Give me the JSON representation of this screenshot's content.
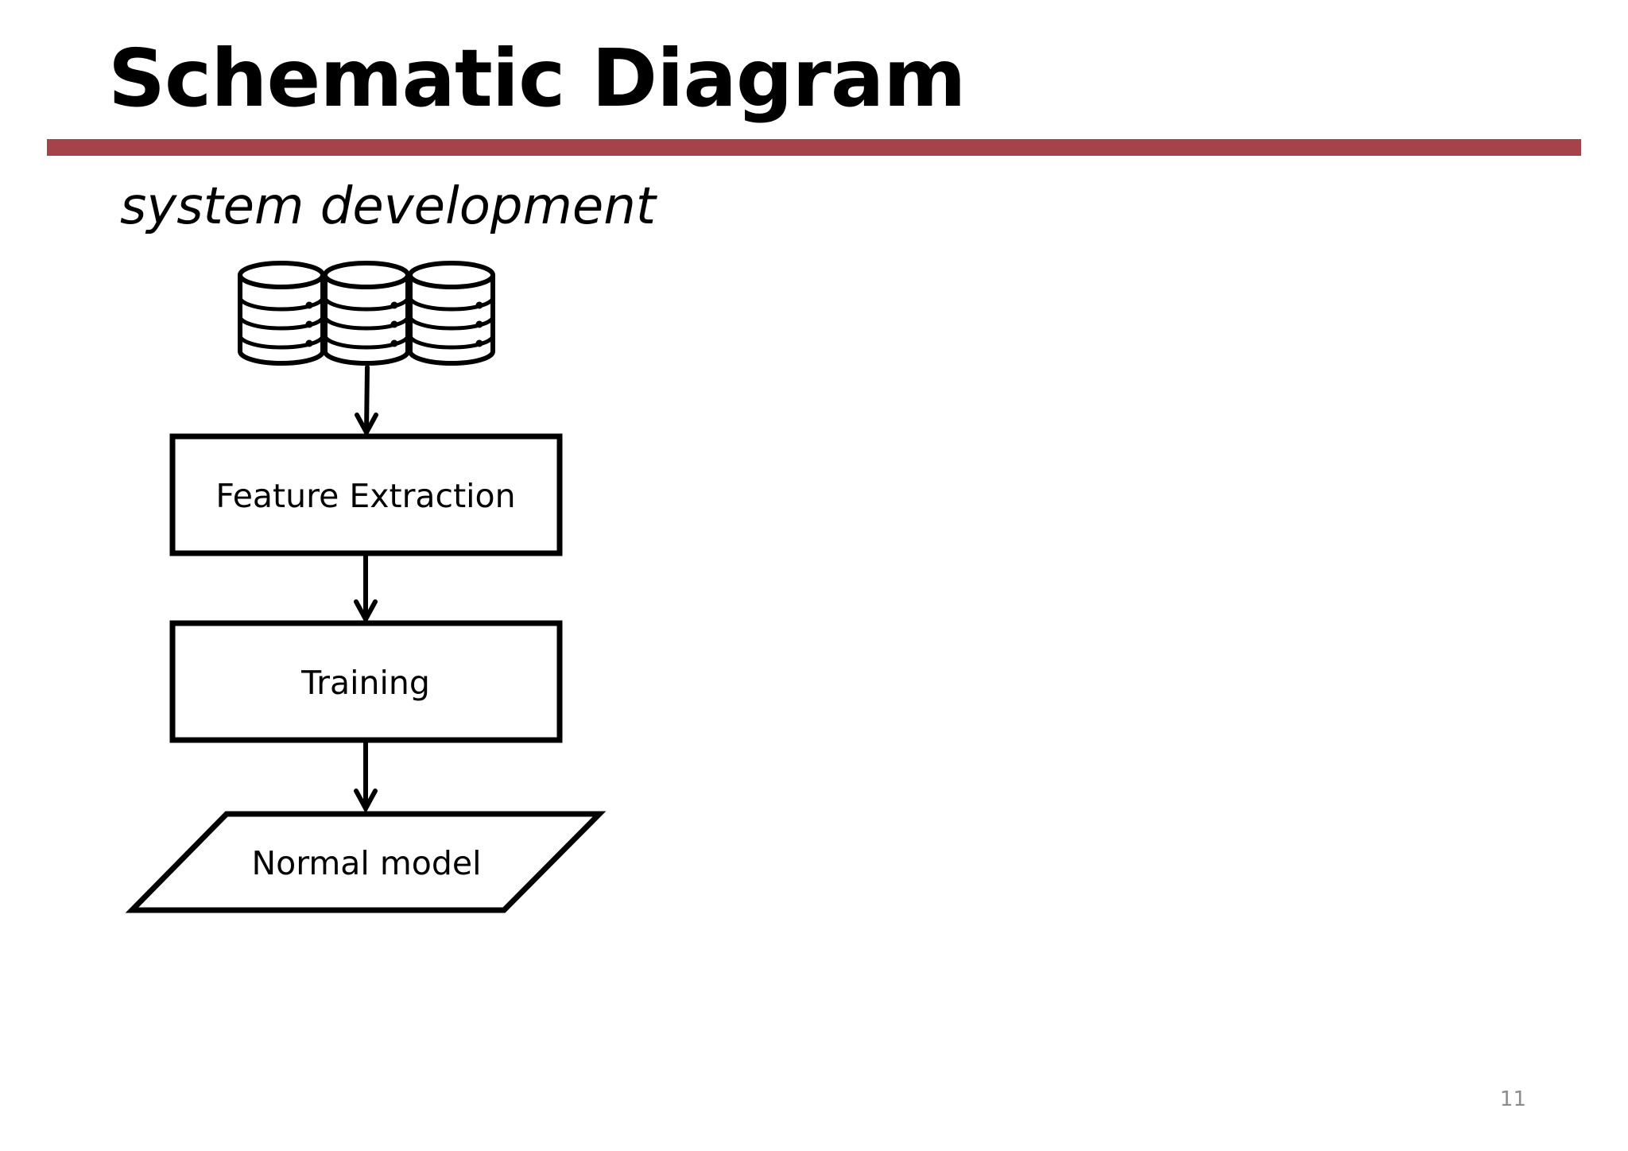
{
  "slide": {
    "title": "Schematic Diagram",
    "subtitle": "system development",
    "page_number": "11",
    "accent_color": "#a5424a"
  },
  "diagram": {
    "data_source_icon": "database-stack-icon",
    "steps": [
      {
        "label": "Feature Extraction",
        "shape": "rectangle"
      },
      {
        "label": "Training",
        "shape": "rectangle"
      },
      {
        "label": "Normal model",
        "shape": "parallelogram"
      }
    ]
  }
}
